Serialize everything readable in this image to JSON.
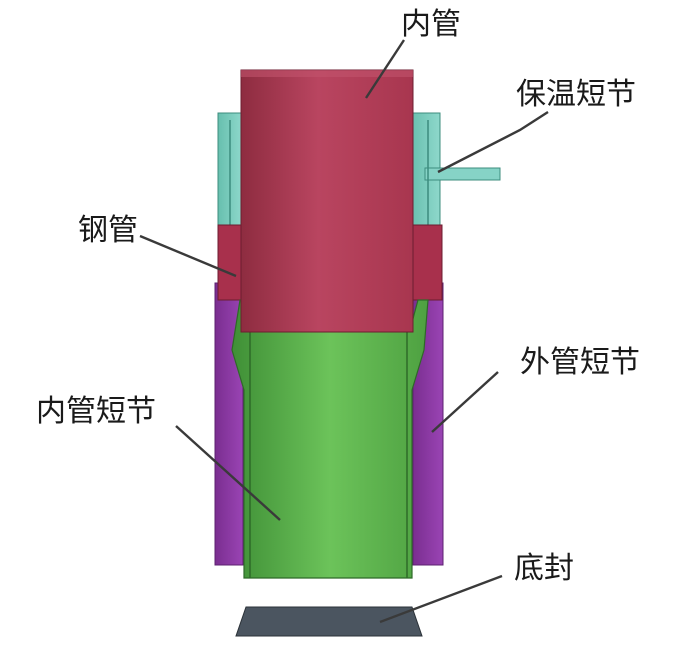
{
  "labels": {
    "inner_pipe": "内管",
    "insulation_nipple": "保温短节",
    "steel_pipe": "钢管",
    "outer_pipe_nipple": "外管短节",
    "inner_pipe_nipple": "内管短节",
    "bottom_seal": "底封"
  },
  "colors": {
    "inner_pipe": "#b03d55",
    "steel_pipe": "#a8304c",
    "insulation_nipple": "#7ccfc0",
    "outer_pipe_nipple": "#8e38a6",
    "inner_pipe_nipple": "#58b04a",
    "bottom_seal": "#4b5560"
  }
}
